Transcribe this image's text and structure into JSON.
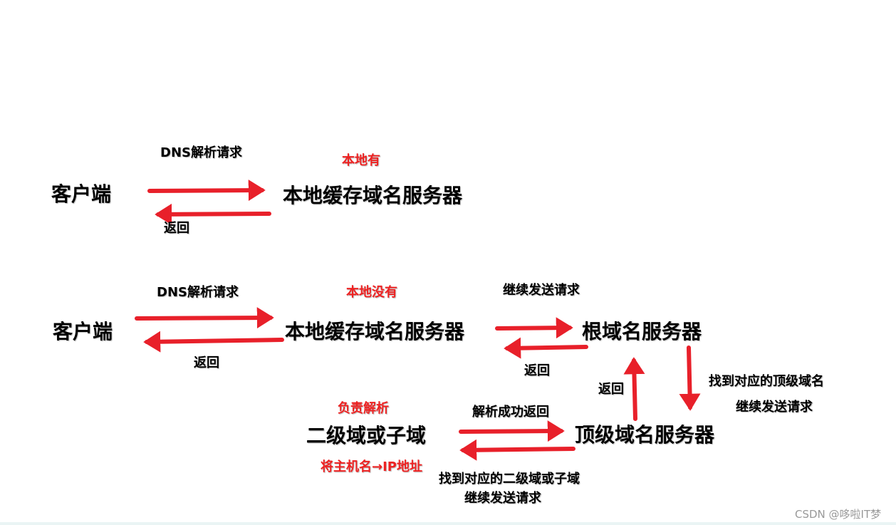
{
  "flow1": {
    "request_label": "DNS解析请求",
    "status": "本地有",
    "client": "客户端",
    "local_server": "本地缓存域名服务器",
    "return_label": "返回"
  },
  "flow2": {
    "request_label": "DNS解析请求",
    "status": "本地没有",
    "forward_label": "继续发送请求",
    "client": "客户端",
    "local_server": "本地缓存域名服务器",
    "return_label_client": "返回",
    "root_server": "根域名服务器",
    "return_label_root": "返回",
    "return_label_tld": "返回",
    "root_find_label": "找到对应的顶级域名",
    "root_forward_label": "继续发送请求",
    "resolve_role": "负责解析",
    "success_label": "解析成功返回",
    "sld": "二级域或子域",
    "tld_server": "顶级域名服务器",
    "mapping_label": "将主机名→IP地址",
    "tld_find_label": "找到对应的二级域或子域",
    "tld_forward_label": "继续发送请求"
  },
  "watermark": "CSDN @哆啦IT梦",
  "colors": {
    "arrow": "#e8202a",
    "highlight": "#ee2222"
  }
}
